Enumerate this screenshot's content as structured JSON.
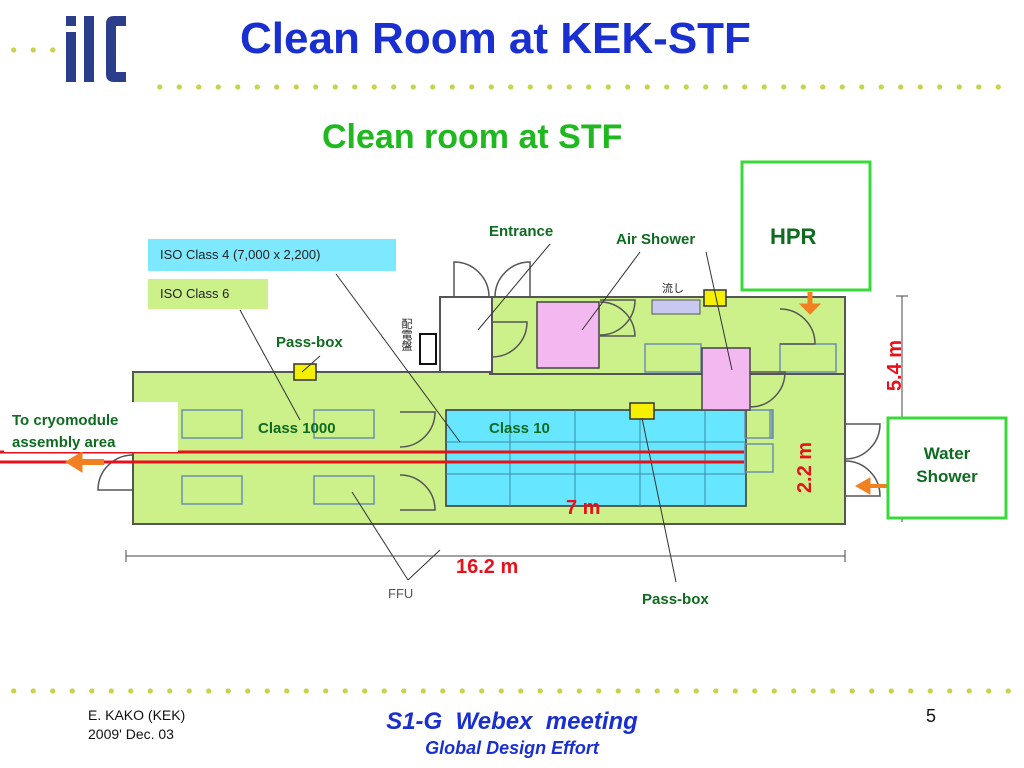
{
  "slide": {
    "title": "Clean Room at KEK-STF",
    "logo_text": "ilc",
    "subtitle": "Clean room at STF",
    "page_number": "5"
  },
  "legend": {
    "iso_class_4": "ISO Class 4 (7,000 x 2,200)",
    "iso_class_6": "ISO Class 6"
  },
  "plan_labels": {
    "entrance": "Entrance",
    "air_shower": "Air Shower",
    "pass_box_top": "Pass-box",
    "pass_box_bottom": "Pass-box",
    "class_1000": "Class 1000",
    "class_10": "Class 10",
    "cryomodule_line1": "To cryomodule",
    "cryomodule_line2": "assembly area",
    "ffu": "FFU",
    "sink": "流し",
    "panel": "配電盤"
  },
  "boxes": {
    "hpr": "HPR",
    "water_shower_line1": "Water",
    "water_shower_line2": "Shower"
  },
  "dimensions": {
    "height_total": "5.4 m",
    "height_class10": "2.2 m",
    "width_class10": "7 m",
    "width_total": "16.2 m"
  },
  "footer": {
    "author": "E. KAKO (KEK)",
    "date": "2009' Dec. 03",
    "meeting": "S1-G  Webex  meeting",
    "org": "Global Design Effort"
  },
  "colors": {
    "title_blue": "#1a2fd0",
    "subtitle_green": "#1fb81f",
    "class1000_fill": "#ccf08a",
    "class10_fill": "#66e6ff",
    "highlight_box": "#39d939",
    "dimension_red": "#e8101a",
    "arrow_orange": "#f08020"
  }
}
